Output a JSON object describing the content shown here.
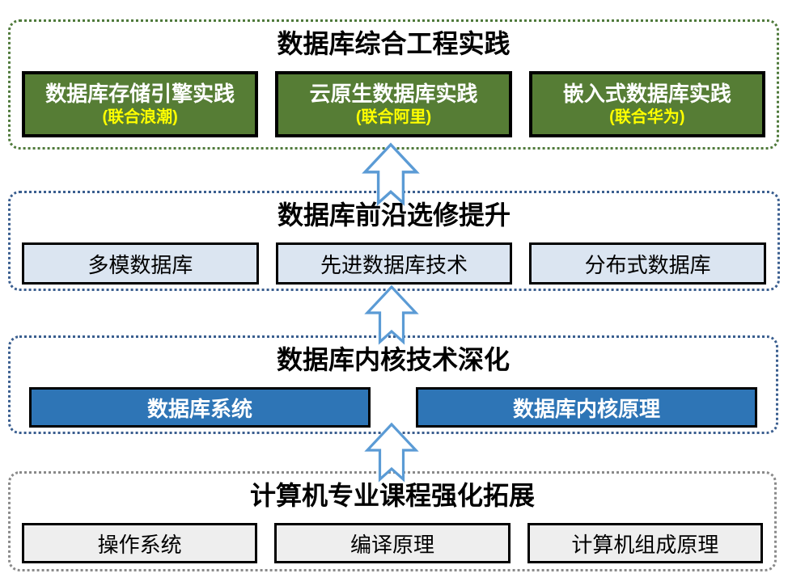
{
  "diagram": {
    "description_colors": {
      "green_box_fill": "#567d35",
      "green_border": "#4f7a3b",
      "blue_box_fill": "#2e75b6",
      "lightblue_box_fill": "#dbe5f1",
      "gray_box_fill": "#eeeeee",
      "blue_dotted_border": "#3a5e8f",
      "gray_dotted_border": "#8a8a8a",
      "arrow_stroke": "#5b9bd5",
      "arrow_fill": "#ffffff",
      "green_box_title_color": "#ffffff",
      "green_box_note_color": "#ffff00"
    },
    "tiers": [
      {
        "title": "数据库综合工程实践",
        "items": [
          {
            "label": "数据库存储引擎实践",
            "note": "(联合浪潮)"
          },
          {
            "label": "云原生数据库实践",
            "note": "(联合阿里)"
          },
          {
            "label": "嵌入式数据库实践",
            "note": "(联合华为)"
          }
        ]
      },
      {
        "title": "数据库前沿选修提升",
        "items": [
          {
            "label": "多模数据库"
          },
          {
            "label": "先进数据库技术"
          },
          {
            "label": "分布式数据库"
          }
        ]
      },
      {
        "title": "数据库内核技术深化",
        "items": [
          {
            "label": "数据库系统"
          },
          {
            "label": "数据库内核原理"
          }
        ]
      },
      {
        "title": "计算机专业课程强化拓展",
        "items": [
          {
            "label": "操作系统"
          },
          {
            "label": "编译原理"
          },
          {
            "label": "计算机组成原理"
          }
        ]
      }
    ]
  }
}
